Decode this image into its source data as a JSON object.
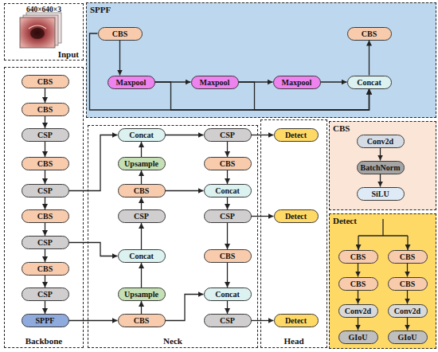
{
  "diagram": {
    "nodes": [
      {
        "text": [
          "640×640×3",
          "Input"
        ]
      },
      {
        "text": [
          "SPPF"
        ]
      },
      {
        "text": [
          "CBS"
        ],
        "in": 1
      },
      {
        "text": [
          "CBS"
        ],
        "in": 1
      },
      {
        "text": [
          "Maxpool"
        ],
        "in": 1
      },
      {
        "text": [
          "Maxpool"
        ],
        "in": 1
      },
      {
        "text": [
          "Maxpool"
        ],
        "in": 1
      },
      {
        "text": [
          "Concat"
        ],
        "in": 1
      },
      {
        "text": [
          "Backbone"
        ]
      },
      {
        "text": [
          "CBS"
        ],
        "in": 8
      },
      {
        "text": [
          "CBS"
        ],
        "in": 8
      },
      {
        "text": [
          "CSP"
        ],
        "in": 8
      },
      {
        "text": [
          "CBS"
        ],
        "in": 8
      },
      {
        "text": [
          "CSP"
        ],
        "in": 8
      },
      {
        "text": [
          "CBS"
        ],
        "in": 8
      },
      {
        "text": [
          "CSP"
        ],
        "in": 8
      },
      {
        "text": [
          "CBS"
        ],
        "in": 8
      },
      {
        "text": [
          "CSP"
        ],
        "in": 8
      },
      {
        "text": [
          "SPPF"
        ],
        "in": 8
      },
      {
        "text": [
          "Neck"
        ]
      },
      {
        "text": [
          "Concat"
        ],
        "in": 19
      },
      {
        "text": [
          "CSP"
        ],
        "in": 19
      },
      {
        "text": [
          "Upsample"
        ],
        "in": 19
      },
      {
        "text": [
          "CBS"
        ],
        "in": 19
      },
      {
        "text": [
          "CBS"
        ],
        "in": 19
      },
      {
        "text": [
          "Concat"
        ],
        "in": 19
      },
      {
        "text": [
          "CSP"
        ],
        "in": 19
      },
      {
        "text": [
          "CSP"
        ],
        "in": 19
      },
      {
        "text": [
          "Concat"
        ],
        "in": 19
      },
      {
        "text": [
          "CBS"
        ],
        "in": 19
      },
      {
        "text": [
          "Upsample"
        ],
        "in": 19
      },
      {
        "text": [
          "Concat"
        ],
        "in": 19
      },
      {
        "text": [
          "CBS"
        ],
        "in": 19
      },
      {
        "text": [
          "CSP"
        ],
        "in": 19
      },
      {
        "text": [
          "Head"
        ]
      },
      {
        "text": [
          "Detect"
        ],
        "in": 34
      },
      {
        "text": [
          "Detect"
        ],
        "in": 34
      },
      {
        "text": [
          "Detect"
        ],
        "in": 34
      },
      {
        "text": [
          "CBS"
        ]
      },
      {
        "text": [
          "Conv2d"
        ],
        "in": 38
      },
      {
        "text": [
          "BatchNorm"
        ],
        "in": 38
      },
      {
        "text": [
          "SiLU"
        ],
        "in": 38
      },
      {
        "text": [
          "Detect"
        ]
      },
      {
        "text": [
          "CBS"
        ],
        "in": 42
      },
      {
        "text": [
          "CBS"
        ],
        "in": 42
      },
      {
        "text": [
          "CBS"
        ],
        "in": 42
      },
      {
        "text": [
          "CBS"
        ],
        "in": 42
      },
      {
        "text": [
          "Conv2d"
        ],
        "in": 42
      },
      {
        "text": [
          "Conv2d"
        ],
        "in": 42
      },
      {
        "text": [
          "GIoU"
        ],
        "in": 42
      },
      {
        "text": [
          "GIoU"
        ],
        "in": 42
      }
    ],
    "edges": [
      {
        "from": 2,
        "to": 4,
        "arrow": "to"
      },
      {
        "from": 4,
        "to": 5,
        "arrow": "to"
      },
      {
        "from": 5,
        "to": 6,
        "arrow": "to"
      },
      {
        "from": 6,
        "to": 7,
        "arrow": "to"
      },
      {
        "from": 2,
        "to": 7,
        "arrow": "to"
      },
      {
        "from": 4,
        "to": 7,
        "arrow": "to"
      },
      {
        "from": 5,
        "to": 7,
        "arrow": "to"
      },
      {
        "from": 7,
        "to": 3,
        "arrow": "to"
      },
      {
        "from": 9,
        "to": 10,
        "arrow": "to"
      },
      {
        "from": 10,
        "to": 11,
        "arrow": "to"
      },
      {
        "from": 11,
        "to": 12,
        "arrow": "to"
      },
      {
        "from": 12,
        "to": 13,
        "arrow": "to"
      },
      {
        "from": 13,
        "to": 14,
        "arrow": "to"
      },
      {
        "from": 14,
        "to": 15,
        "arrow": "to"
      },
      {
        "from": 15,
        "to": 16,
        "arrow": "to"
      },
      {
        "from": 16,
        "to": 17,
        "arrow": "to"
      },
      {
        "from": 17,
        "to": 18,
        "arrow": "to"
      },
      {
        "from": 13,
        "to": 20,
        "arrow": "to"
      },
      {
        "from": 15,
        "to": 28,
        "arrow": "to"
      },
      {
        "from": 18,
        "to": 32,
        "arrow": "to"
      },
      {
        "from": 32,
        "to": 30,
        "arrow": "to"
      },
      {
        "from": 30,
        "to": 28,
        "arrow": "to"
      },
      {
        "from": 28,
        "to": 26,
        "arrow": "to"
      },
      {
        "from": 26,
        "to": 24,
        "arrow": "to"
      },
      {
        "from": 24,
        "to": 22,
        "arrow": "to"
      },
      {
        "from": 22,
        "to": 20,
        "arrow": "to"
      },
      {
        "from": 20,
        "to": 21,
        "arrow": "to"
      },
      {
        "from": 24,
        "to": 25,
        "arrow": "to"
      },
      {
        "from": 32,
        "to": 31,
        "arrow": "to"
      },
      {
        "from": 21,
        "to": 23,
        "arrow": "to"
      },
      {
        "from": 23,
        "to": 25,
        "arrow": "to"
      },
      {
        "from": 25,
        "to": 27,
        "arrow": "to"
      },
      {
        "from": 27,
        "to": 29,
        "arrow": "to"
      },
      {
        "from": 29,
        "to": 31,
        "arrow": "to"
      },
      {
        "from": 31,
        "to": 33,
        "arrow": "to"
      },
      {
        "from": 21,
        "to": 35,
        "arrow": "to"
      },
      {
        "from": 27,
        "to": 36,
        "arrow": "to"
      },
      {
        "from": 33,
        "to": 37,
        "arrow": "to"
      },
      {
        "from": 39,
        "to": 40,
        "arrow": "to"
      },
      {
        "from": 40,
        "to": 41,
        "arrow": "to"
      },
      {
        "from": 43,
        "to": 45,
        "arrow": "to"
      },
      {
        "from": 45,
        "to": 47,
        "arrow": "to"
      },
      {
        "from": 47,
        "to": 49,
        "arrow": "to"
      },
      {
        "from": 44,
        "to": 46,
        "arrow": "to"
      },
      {
        "from": 46,
        "to": 48,
        "arrow": "to"
      },
      {
        "from": 48,
        "to": 50,
        "arrow": "to"
      }
    ]
  }
}
